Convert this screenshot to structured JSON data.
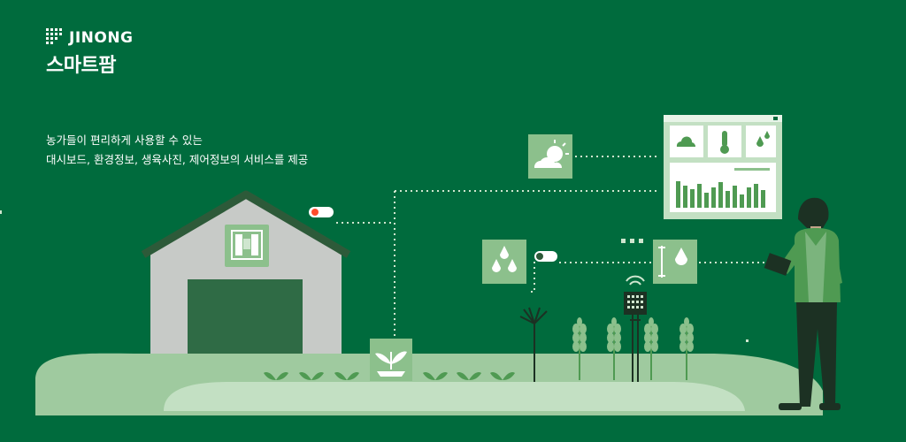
{
  "brand": {
    "name": "JINONG",
    "product": "스마트팜"
  },
  "tagline": {
    "line1": "농가들이 편리하게 사용할 수 있는",
    "line2": "대시보드, 환경정보, 생육사진, 제어정보의 서비스를 제공"
  },
  "colors": {
    "background": "#006b3d",
    "ground_light": "#a6cfa6",
    "ground_mid": "#8cc08c",
    "icon_tile": "#8cc08c",
    "barn": "#c9cbc9",
    "barn_roof": "#2e5a3a",
    "door": "#2f6b45",
    "person_shirt": "#4f9a52",
    "person_pants": "#1c3123",
    "toggle_on_dot": "#ff4b2b"
  },
  "icons": [
    "cloud-sun-icon",
    "water-drops-icon",
    "dashboard-card-icon",
    "moisture-sensor-icon",
    "window-control-icon",
    "seedling-icon",
    "weather-station-icon",
    "wheat-icon",
    "sprinkler-icon",
    "farmer-tablet-icon"
  ]
}
